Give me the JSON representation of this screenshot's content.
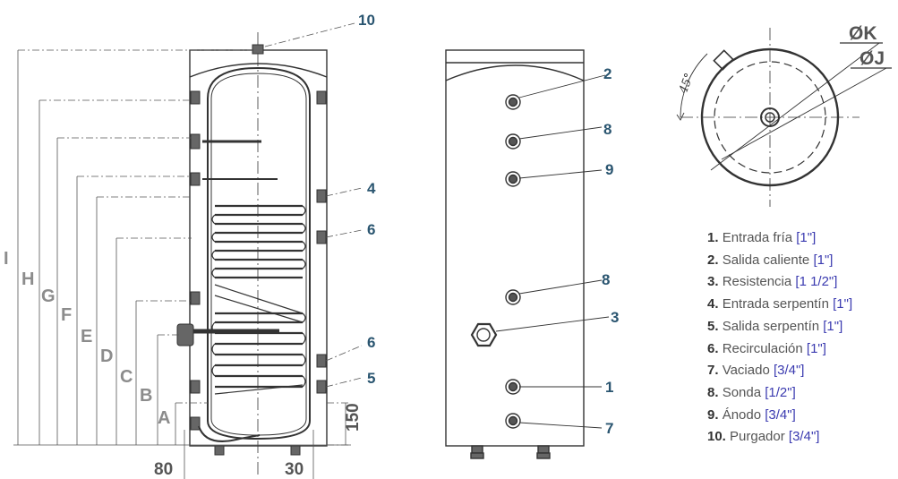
{
  "dimension_letters": [
    "I",
    "H",
    "G",
    "F",
    "E",
    "D",
    "C",
    "B",
    "A"
  ],
  "callouts_front": [
    "10",
    "4",
    "6",
    "6",
    "5"
  ],
  "callouts_side": [
    "2",
    "8",
    "9",
    "8",
    "3",
    "1",
    "7"
  ],
  "dimensions": {
    "d150": "150",
    "d80": "80",
    "d30": "30"
  },
  "top_view": {
    "outer_diameter": "ØK",
    "inner_diameter": "ØJ",
    "angle": "45°"
  },
  "legend": [
    {
      "num": "1.",
      "text": "Entrada fría",
      "size": "[1\"]"
    },
    {
      "num": "2.",
      "text": "Salida caliente",
      "size": "[1\"]"
    },
    {
      "num": "3.",
      "text": "Resistencia",
      "size": "[1 1/2\"]"
    },
    {
      "num": "4.",
      "text": "Entrada serpentín",
      "size": "[1\"]"
    },
    {
      "num": "5.",
      "text": "Salida serpentín",
      "size": "[1\"]"
    },
    {
      "num": "6.",
      "text": "Recirculación",
      "size": "[1\"]"
    },
    {
      "num": "7.",
      "text": "Vaciado",
      "size": "[3/4\"]"
    },
    {
      "num": "8.",
      "text": "Sonda",
      "size": "[1/2\"]"
    },
    {
      "num": "9.",
      "text": "Ánodo",
      "size": "[3/4\"]"
    },
    {
      "num": "10.",
      "text": "Purgador",
      "size": "[3/4\"]"
    }
  ]
}
